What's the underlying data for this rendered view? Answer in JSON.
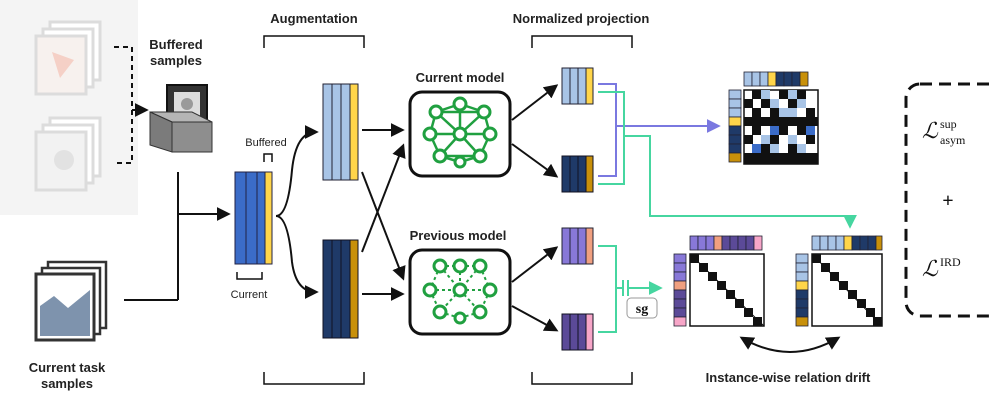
{
  "labels": {
    "augmentation": "Augmentation",
    "normalized_projection": "Normalized projection",
    "buffered_samples_line1": "Buffered",
    "buffered_samples_line2": "samples",
    "buffered": "Buffered",
    "current": "Current",
    "current_model": "Current model",
    "previous_model": "Previous model",
    "current_task_line1": "Current task",
    "current_task_line2": "samples",
    "sg": "sg",
    "relation_drift": "Instance-wise relation drift"
  },
  "loss": {
    "asym_main": "ℒ",
    "asym_sup": "sup",
    "asym_sub": "asym",
    "plus": "+",
    "ird_main": "ℒ",
    "ird_sup": "IRD"
  },
  "colors": {
    "light_blue": "#a8c4e6",
    "mid_blue": "#3b6cc8",
    "navy": "#1f3a68",
    "yellow": "#ffd54a",
    "gold": "#c8900a",
    "purple": "#8878d8",
    "dark_purple": "#5b4a98",
    "salmon": "#f0a080",
    "pink": "#f7a6c8",
    "green": "#20a040",
    "teal": "#46d6a0",
    "violet_line": "#7a78e0",
    "gray_box": "#8a8a8a"
  }
}
